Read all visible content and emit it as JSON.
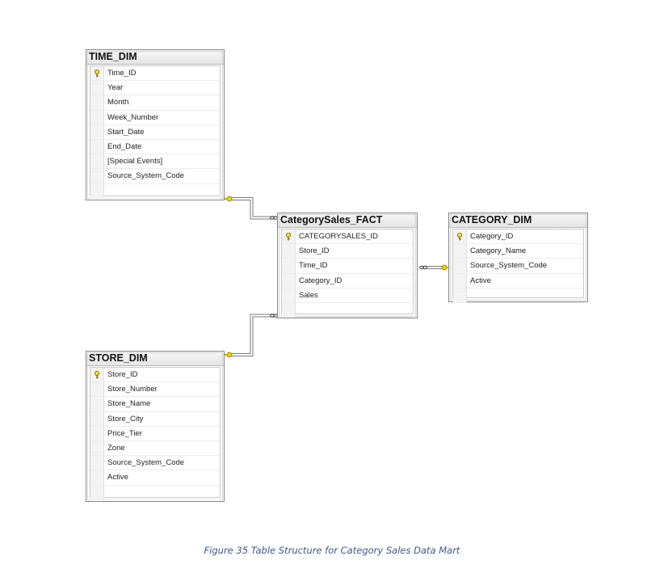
{
  "tables": {
    "time_dim": {
      "title": "TIME_DIM",
      "columns": [
        {
          "name": "Time_ID",
          "pk": true
        },
        {
          "name": "Year",
          "pk": false
        },
        {
          "name": "Month",
          "pk": false
        },
        {
          "name": "Week_Number",
          "pk": false
        },
        {
          "name": "Start_Date",
          "pk": false
        },
        {
          "name": "End_Date",
          "pk": false
        },
        {
          "name": "[Special Events]",
          "pk": false
        },
        {
          "name": "Source_System_Code",
          "pk": false
        }
      ]
    },
    "category_sales_fact": {
      "title": "CategorySales_FACT",
      "columns": [
        {
          "name": "CATEGORYSALES_ID",
          "pk": true
        },
        {
          "name": "Store_ID",
          "pk": false
        },
        {
          "name": "Time_ID",
          "pk": false
        },
        {
          "name": "Category_ID",
          "pk": false
        },
        {
          "name": "Sales",
          "pk": false
        }
      ]
    },
    "category_dim": {
      "title": "CATEGORY_DIM",
      "columns": [
        {
          "name": "Category_ID",
          "pk": true
        },
        {
          "name": "Category_Name",
          "pk": false
        },
        {
          "name": "Source_System_Code",
          "pk": false
        },
        {
          "name": "Active",
          "pk": false
        }
      ]
    },
    "store_dim": {
      "title": "STORE_DIM",
      "columns": [
        {
          "name": "Store_ID",
          "pk": true
        },
        {
          "name": "Store_Number",
          "pk": false
        },
        {
          "name": "Store_Name",
          "pk": false
        },
        {
          "name": "Store_City",
          "pk": false
        },
        {
          "name": "Price_Tier",
          "pk": false
        },
        {
          "name": "Zone",
          "pk": false
        },
        {
          "name": "Source_System_Code",
          "pk": false
        },
        {
          "name": "Active",
          "pk": false
        }
      ]
    }
  },
  "relationships": [
    {
      "from": "time_dim",
      "to": "category_sales_fact",
      "from_end": "one-key",
      "to_end": "many-infinity"
    },
    {
      "from": "store_dim",
      "to": "category_sales_fact",
      "from_end": "one-key",
      "to_end": "many-infinity"
    },
    {
      "from": "category_dim",
      "to": "category_sales_fact",
      "from_end": "one-key",
      "to_end": "many-infinity"
    }
  ],
  "caption": "Figure 35 Table Structure for Category Sales Data Mart",
  "colors": {
    "connector": "#7a7a7a",
    "key_icon": "#d9b300",
    "caption": "#3a5a8c",
    "header_bg": "#e8e8e8"
  },
  "icons": {
    "primary_key": "key-icon",
    "one_end": "key-icon",
    "many_end": "infinity-icon"
  }
}
